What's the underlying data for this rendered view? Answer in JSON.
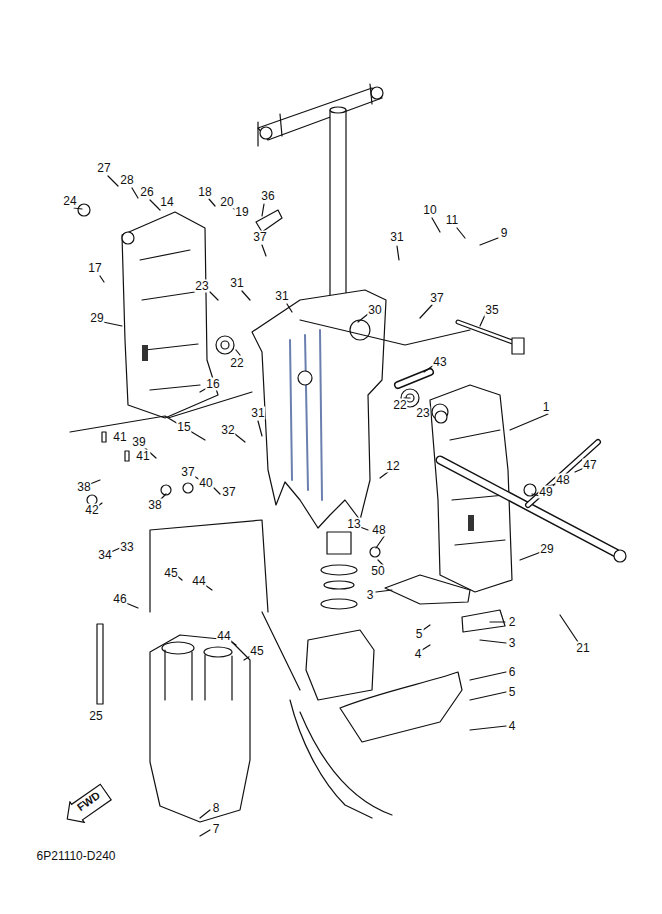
{
  "diagram": {
    "nodes": [
      {
        "text": [
          "FWD"
        ]
      }
    ],
    "edges": [],
    "labels": [
      "27",
      "28",
      "26",
      "24",
      "14",
      "18",
      "20",
      "19",
      "36",
      "10",
      "11",
      "9",
      "31",
      "37",
      "17",
      "23",
      "31",
      "31",
      "37",
      "35",
      "30",
      "29",
      "22",
      "43",
      "16",
      "15",
      "22",
      "23",
      "1",
      "31",
      "32",
      "41",
      "39",
      "41",
      "38",
      "37",
      "40",
      "37",
      "38",
      "42",
      "12",
      "47",
      "48",
      "49",
      "13",
      "34",
      "33",
      "48",
      "50",
      "29",
      "21",
      "3",
      "2",
      "5",
      "3",
      "45",
      "44",
      "46",
      "4",
      "6",
      "5",
      "4",
      "44",
      "45",
      "25",
      "8",
      "7",
      "6P21110-D240"
    ]
  }
}
